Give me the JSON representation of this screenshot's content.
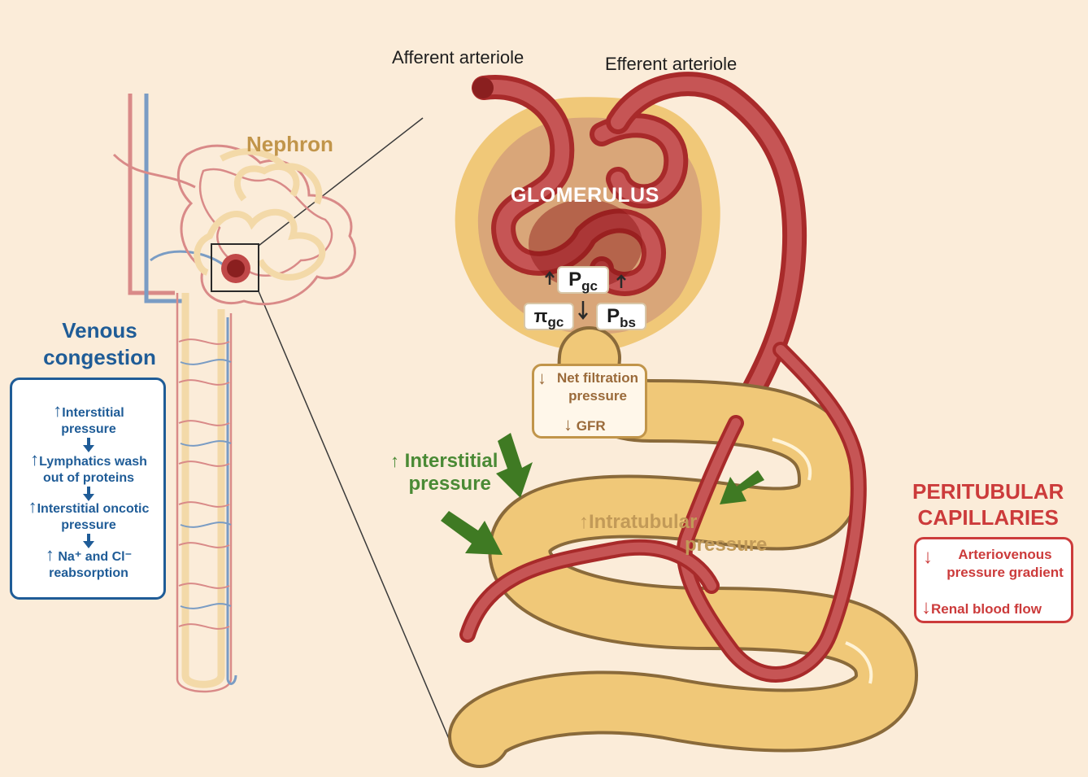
{
  "labels": {
    "afferent": "Afferent arteriole",
    "efferent": "Efferent arteriole",
    "nephron": "Nephron",
    "venous_line1": "Venous",
    "venous_line2": "congestion",
    "glomerulus": "GLOMERULUS",
    "interstitial_line1": "Interstitial",
    "interstitial_line2": "pressure",
    "intratubular_line1": "Intratubular",
    "intratubular_line2": "pressure",
    "peritubular_line1": "PERITUBULAR",
    "peritubular_line2": "CAPILLARIES"
  },
  "venous_box": [
    {
      "line1": "Interstitial",
      "line2": "pressure"
    },
    {
      "line1": "Lymphatics wash",
      "line2": "out of proteins"
    },
    {
      "line1": "Interstitial oncotic",
      "line2": "pressure"
    },
    {
      "line1": "Na⁺ and Cl⁻",
      "line2": "reabsorption"
    }
  ],
  "pressures": {
    "pgc_main": "P",
    "pgc_sub": "gc",
    "pigc_main": "π",
    "pigc_sub": "gc",
    "pbs_main": "P",
    "pbs_sub": "bs"
  },
  "net_box": {
    "line1": "Net filtration",
    "line2": "pressure",
    "line3": "GFR"
  },
  "peri_box": {
    "line1": "Arteriovenous",
    "line2": "pressure gradient",
    "line3": "Renal blood flow"
  },
  "arrows": {
    "up": "↑",
    "down": "↓"
  },
  "colors": {
    "background": "#fbecd9",
    "venous_blue": "#1f5c97",
    "peritubular_red": "#cc3b3b",
    "interstitial_green": "#4a8a35",
    "tubule_yellow": "#f0c878",
    "vessel_red": "#b54848"
  }
}
